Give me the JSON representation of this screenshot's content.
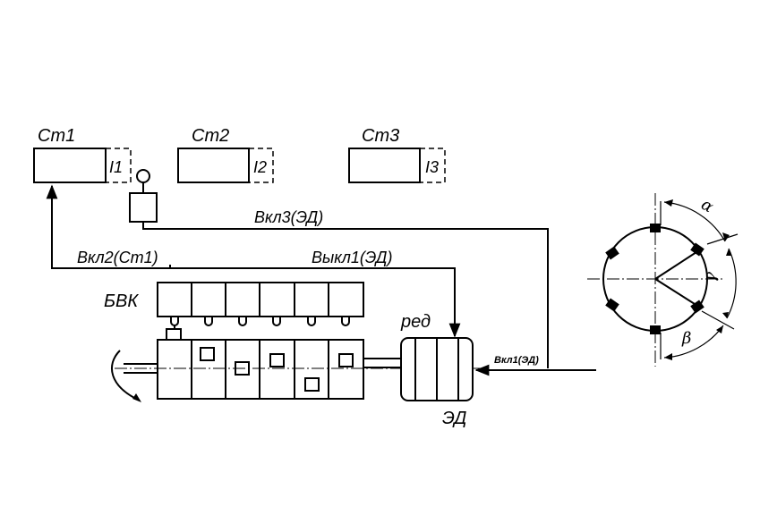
{
  "stations": [
    {
      "name": "Ст1",
      "sensor": "I1"
    },
    {
      "name": "Ст2",
      "sensor": "I2"
    },
    {
      "name": "Ст3",
      "sensor": "I3"
    }
  ],
  "signals": {
    "on3": "Вкл3(ЭД)",
    "on2": "Вкл2(Ст1)",
    "off1": "Выкл1(ЭД)",
    "on1": "Вкл1(ЭД)"
  },
  "blocks": {
    "bvk": "БВК",
    "reducer": "ред",
    "motor": "ЭД"
  },
  "angles": {
    "alpha": "α",
    "gamma": "γ",
    "beta": "β"
  }
}
